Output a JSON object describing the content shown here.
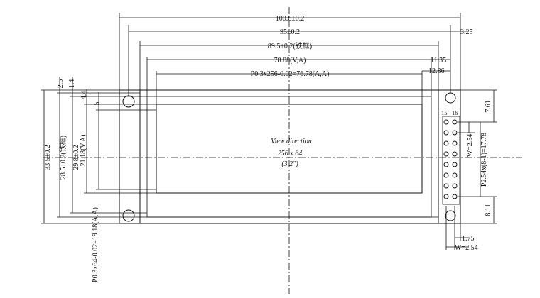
{
  "dimensions": {
    "top": {
      "overall_width": "100.6±0.2",
      "frame_width": "95±0.2",
      "bezel_width": "89.5±0.2(铁框)",
      "va_width": "78.88(V,A)",
      "aa_width": "P0.3x256-0.02=76.78(A,A)",
      "right_3": "3.25",
      "right_11": "11.35",
      "right_12": "12.36"
    },
    "left": {
      "overall_height": "33.5±0.2",
      "bezel_height": "28.5±0.2(铁框)",
      "height_29": "29.8±0.2",
      "va_height": "21.18(V,A)",
      "aa_height": "P0.3x64-0.02=19.18(A,A)",
      "off_2_5": "2.5",
      "off_1_4": "1.4",
      "off_4": "4.4",
      "off_5": "5"
    },
    "right": {
      "pin_15": "15",
      "pin_16": "16",
      "top_offset": "7.61",
      "pin_w": "W=2.54",
      "pin_pitch": "P2.54x(8-1)=17.78",
      "bottom_offset": "8.11",
      "bottom_gap": "1.75",
      "bottom_w": "W=2.54"
    }
  },
  "display": {
    "line1": "View direction",
    "line2": "256 x 64",
    "line3": "(3.2\")"
  }
}
